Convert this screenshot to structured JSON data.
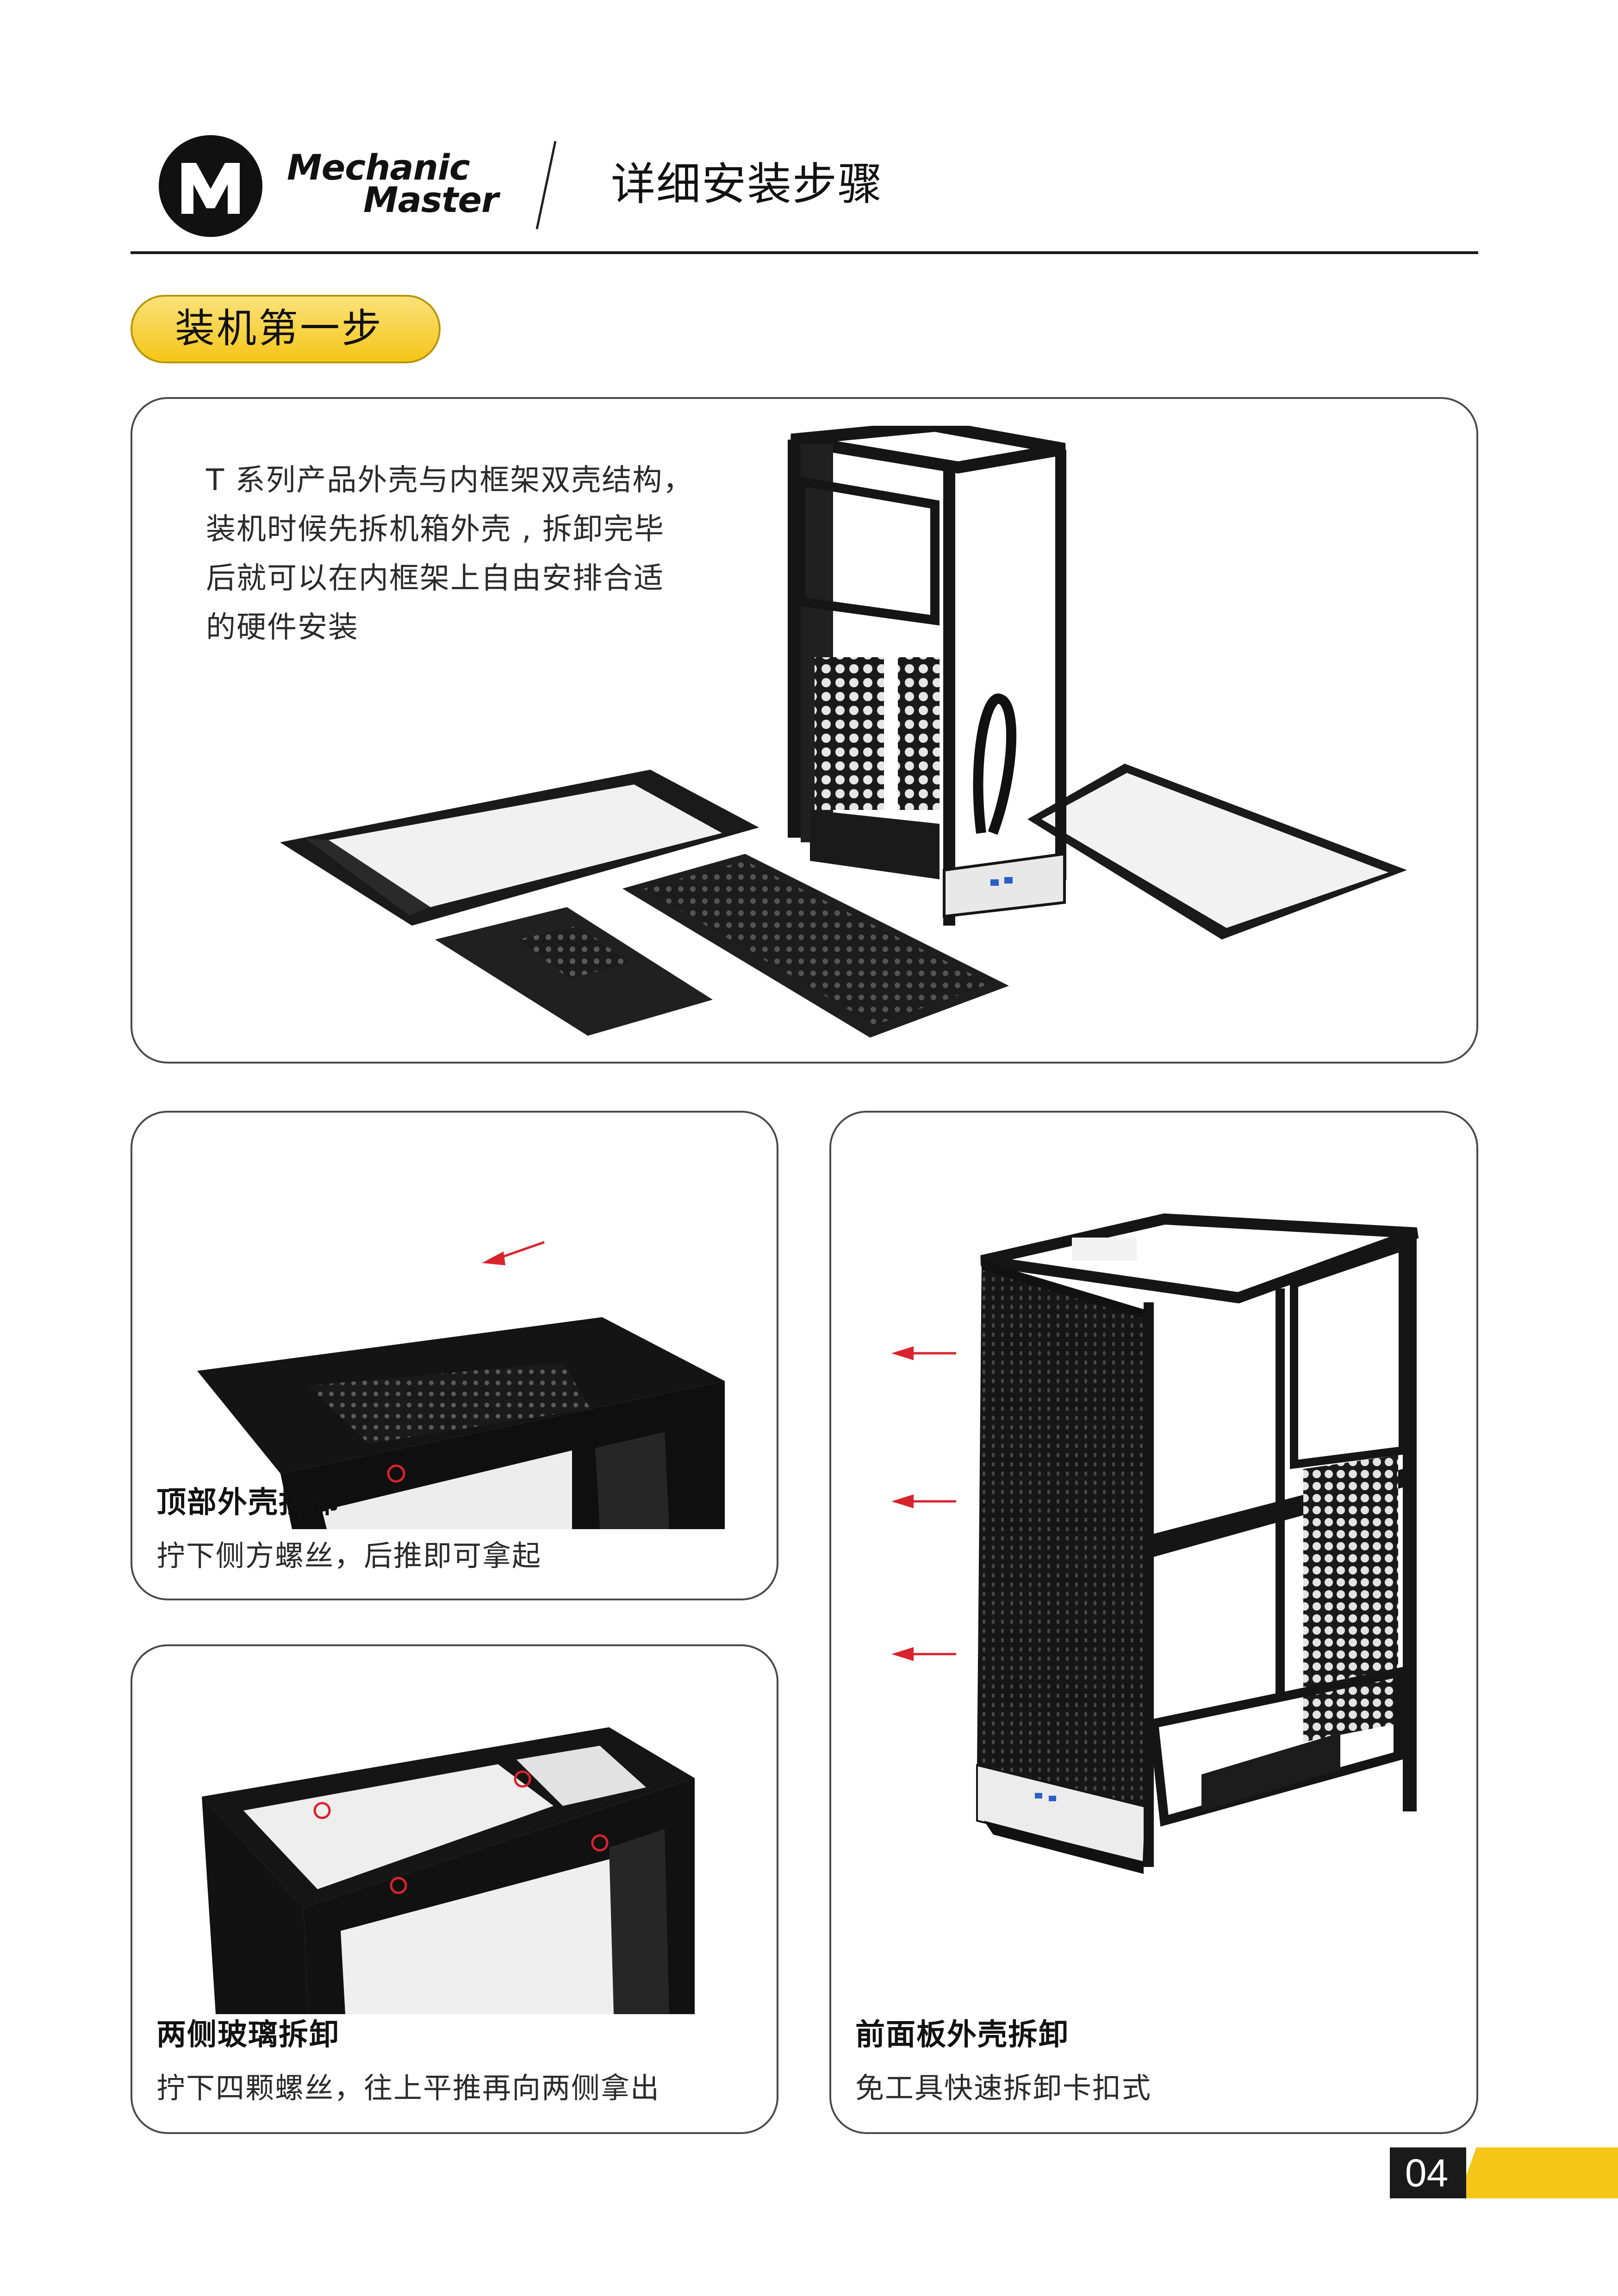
{
  "header": {
    "brand_line1": "Mechanic",
    "brand_line2": "Master",
    "title": "详细安装步骤"
  },
  "step": {
    "label": "装机第一步"
  },
  "intro": {
    "lines": [
      "T 系列产品外壳与内框架双壳结构，",
      "装机时候先拆机箱外壳 , 拆卸完毕",
      "后就可以在内框架上自由安排合适",
      "的硬件安装"
    ]
  },
  "cards": {
    "top": {
      "title": "顶部外壳拆卸",
      "desc": "拧下侧方螺丝，后推即可拿起"
    },
    "side": {
      "title": "两侧玻璃拆卸",
      "desc": "拧下四颗螺丝，往上平推再向两侧拿出"
    },
    "front": {
      "title": "前面板外壳拆卸",
      "desc": "免工具快速拆卸卡扣式"
    }
  },
  "footer": {
    "page_number": "04"
  },
  "colors": {
    "accent_yellow": "#f5c518",
    "annotation_red": "#d9232d",
    "case_black": "#151515"
  }
}
